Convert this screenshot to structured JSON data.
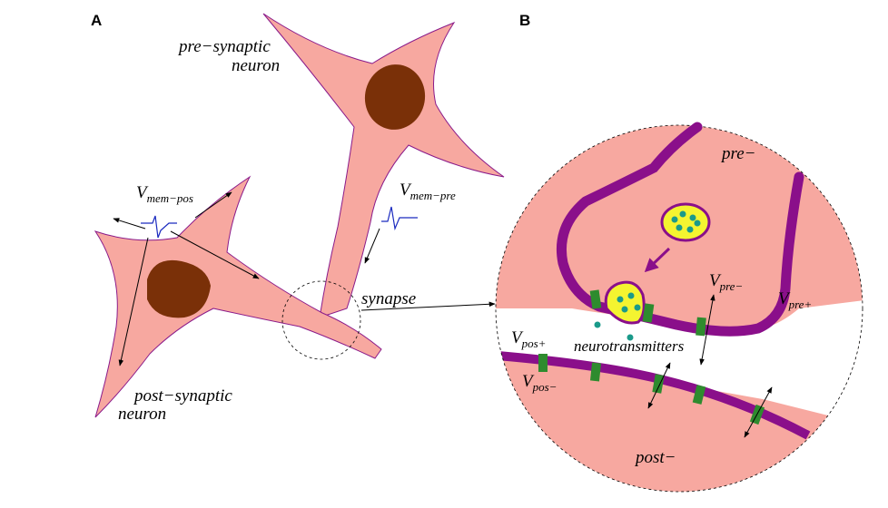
{
  "panels": {
    "a": "A",
    "b": "B"
  },
  "labels": {
    "pre_neuron_line1": "pre−synaptic",
    "pre_neuron_line2": "neuron",
    "post_neuron_line1": "post−synaptic",
    "post_neuron_line2": "neuron",
    "v_mem_pos_main": "V",
    "v_mem_pos_sub": "mem−pos",
    "v_mem_pre_main": "V",
    "v_mem_pre_sub": "mem−pre",
    "synapse": "synapse",
    "pre_minus": "pre−",
    "post_minus": "post−",
    "v_pre_minus_main": "V",
    "v_pre_minus_sub": "pre−",
    "v_pre_plus_main": "V",
    "v_pre_plus_sub": "pre+",
    "v_pos_plus_main": "V",
    "v_pos_plus_sub": "pos+",
    "v_pos_minus_main": "V",
    "v_pos_minus_sub": "pos−",
    "neurotransmitters": "neurotransmitters"
  },
  "colors": {
    "cell_body": "#f7a8a0",
    "cell_outline": "#8a1a8a",
    "nucleus": "#7a3008",
    "membrane": "#8a0f8a",
    "channel": "#2e8b2e",
    "vesicle": "#f4f430",
    "neurotransmitter": "#1a9a8a",
    "spike": "#1a2abf"
  }
}
